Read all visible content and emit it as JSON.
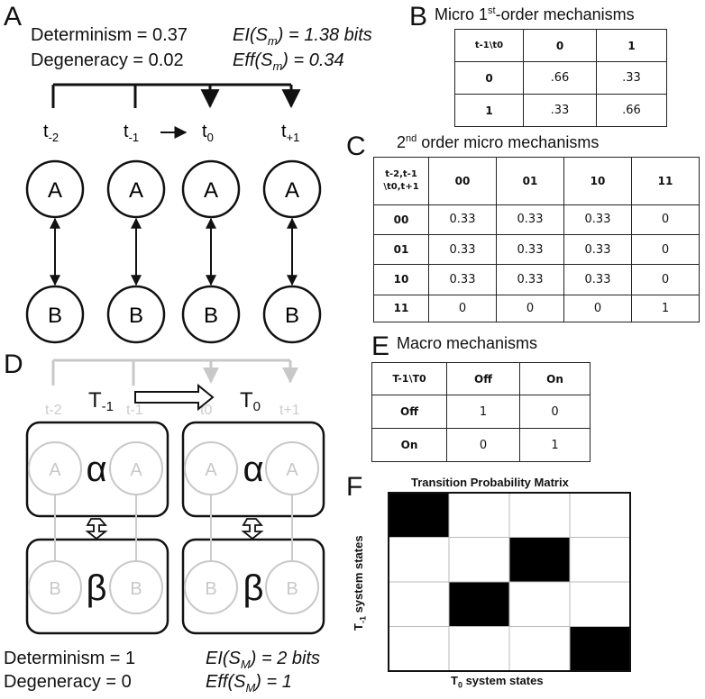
{
  "panels": {
    "a": "A",
    "b": "B",
    "c": "C",
    "d": "D",
    "e": "E",
    "f": "F"
  },
  "panel_a": {
    "determinism": "Determinism = 0.37",
    "degeneracy": "Degeneracy = 0.02",
    "ei": "EI(S",
    "ei_sub": "m",
    "ei_val": ") = 1.38 bits",
    "eff": "Eff(S",
    "eff_sub": "m",
    "eff_val": ") = 0.34",
    "times": [
      {
        "base": "t",
        "sub": "-2"
      },
      {
        "base": "t",
        "sub": "-1"
      },
      {
        "base": "t",
        "sub": "0"
      },
      {
        "base": "t",
        "sub": "+1"
      }
    ],
    "node_top": "A",
    "node_bottom": "B"
  },
  "panel_b": {
    "title_pre": "Micro 1",
    "title_sup": "st",
    "title_post": "-order mechanisms",
    "corner": "t-1\\t0",
    "cols": [
      "0",
      "1"
    ],
    "rows": [
      {
        "label": "0",
        "cells": [
          ".66",
          ".33"
        ]
      },
      {
        "label": "1",
        "cells": [
          ".33",
          ".66"
        ]
      }
    ]
  },
  "panel_c": {
    "title_sup": "nd",
    "title_pre": "2",
    "title_post": " order micro mechanisms",
    "corner": "t-2,t-1 \\t0,t+1",
    "cols": [
      "00",
      "01",
      "10",
      "11"
    ],
    "rows": [
      {
        "label": "00",
        "cells": [
          "0.33",
          "0.33",
          "0.33",
          "0"
        ]
      },
      {
        "label": "01",
        "cells": [
          "0.33",
          "0.33",
          "0.33",
          "0"
        ]
      },
      {
        "label": "10",
        "cells": [
          "0.33",
          "0.33",
          "0.33",
          "0"
        ]
      },
      {
        "label": "11",
        "cells": [
          "0",
          "0",
          "0",
          "1"
        ]
      }
    ]
  },
  "panel_d": {
    "T_left": "T",
    "T_left_sub": "-1",
    "T_right": "T",
    "T_right_sub": "0",
    "faint_times": [
      "t-2",
      "t-1",
      "t0",
      "t+1"
    ],
    "alpha": "α",
    "beta": "β",
    "node_a": "A",
    "node_b": "B",
    "determinism": "Determinism = 1",
    "degeneracy": "Degeneracy = 0",
    "ei": "EI(S",
    "ei_sub": "M",
    "ei_val": ") = 2 bits",
    "eff": "Eff(S",
    "eff_sub": "M",
    "eff_val": ") = 1"
  },
  "panel_e": {
    "title": "Macro mechanisms",
    "corner": "T-1\\T0",
    "cols": [
      "Off",
      "On"
    ],
    "rows": [
      {
        "label": "Off",
        "cells": [
          "1",
          "0"
        ]
      },
      {
        "label": "On",
        "cells": [
          "0",
          "1"
        ]
      }
    ]
  },
  "panel_f": {
    "title": "Transition Probability Matrix",
    "ylabel_base": "T",
    "ylabel_sub": "-1",
    "ylabel_rest": " system states",
    "xlabel_base": "T",
    "xlabel_sub": "0",
    "xlabel_rest": " system states",
    "matrix": [
      [
        1,
        0,
        0,
        0
      ],
      [
        0,
        0,
        1,
        0
      ],
      [
        0,
        1,
        0,
        0
      ],
      [
        0,
        0,
        0,
        1
      ]
    ],
    "fill_color": "#000000"
  }
}
